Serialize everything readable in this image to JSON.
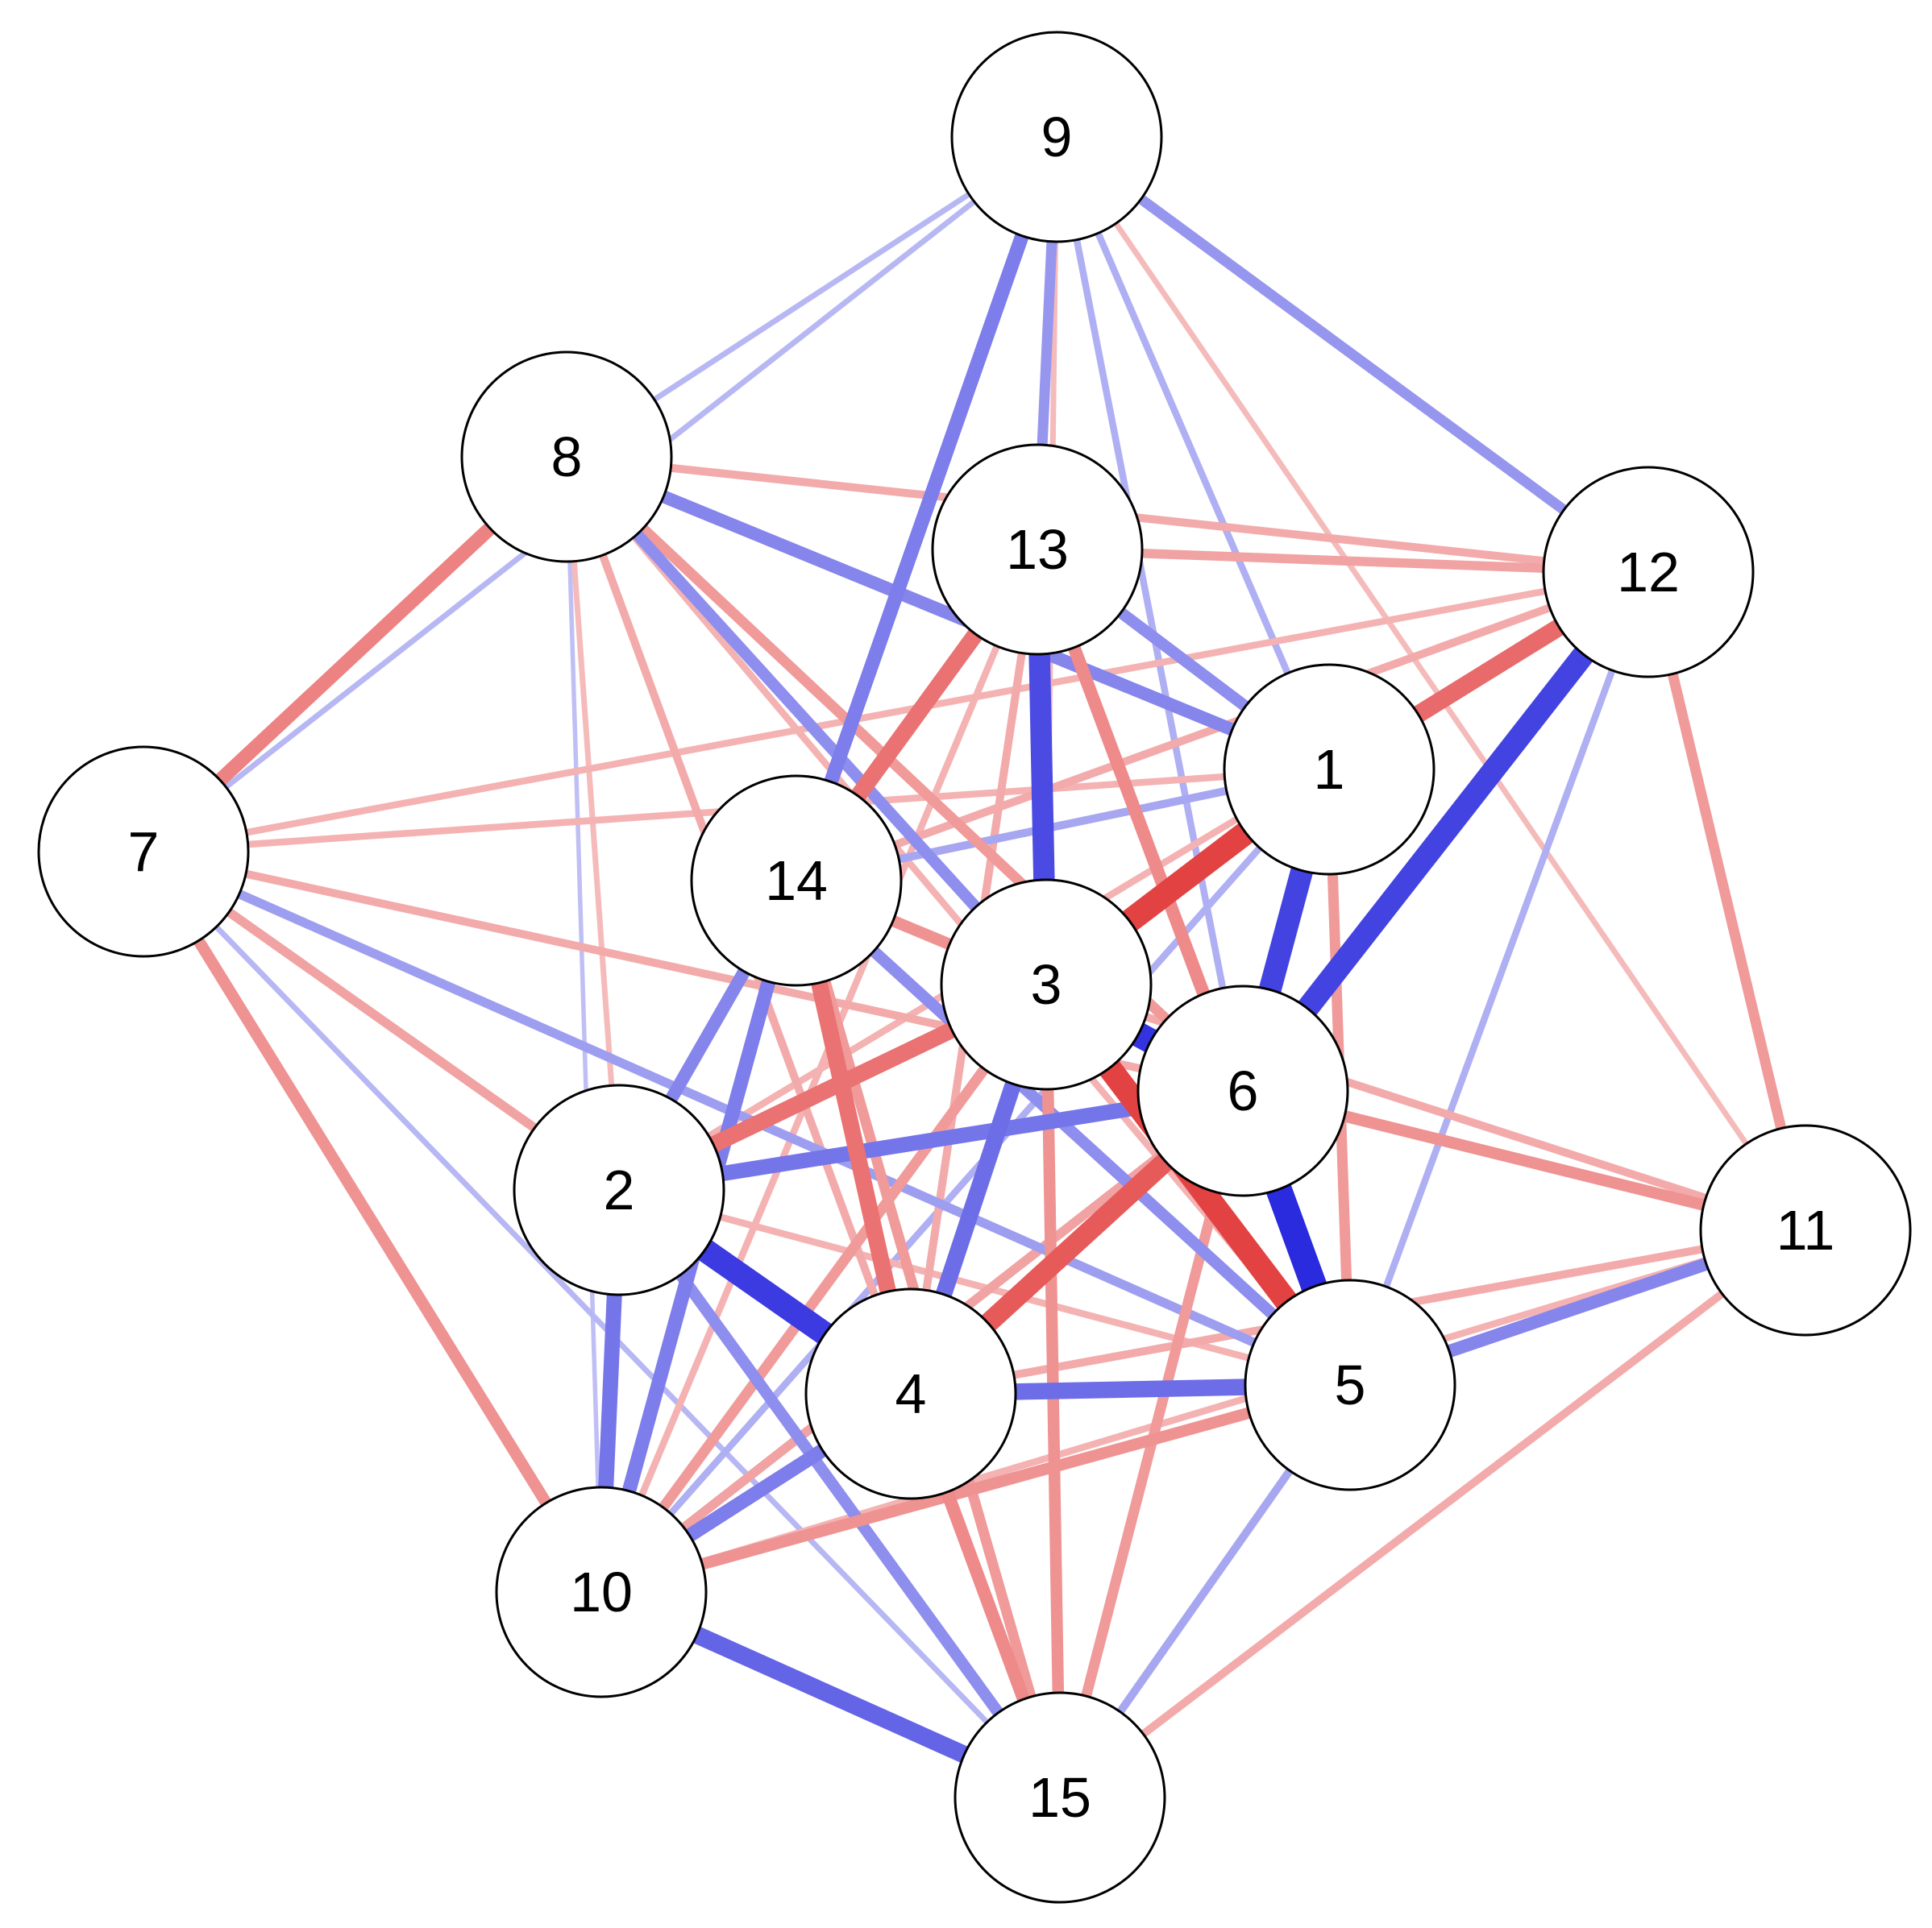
{
  "diagram": {
    "type": "weighted-network",
    "colors": {
      "positive": "#2222dd",
      "negative": "#e02a2a",
      "node_fill": "#ffffff",
      "node_stroke": "#000000"
    },
    "nodes": [
      {
        "id": "1",
        "label": "1"
      },
      {
        "id": "2",
        "label": "2"
      },
      {
        "id": "3",
        "label": "3"
      },
      {
        "id": "4",
        "label": "4"
      },
      {
        "id": "5",
        "label": "5"
      },
      {
        "id": "6",
        "label": "6"
      },
      {
        "id": "7",
        "label": "7"
      },
      {
        "id": "8",
        "label": "8"
      },
      {
        "id": "9",
        "label": "9"
      },
      {
        "id": "10",
        "label": "10"
      },
      {
        "id": "11",
        "label": "11"
      },
      {
        "id": "12",
        "label": "12"
      },
      {
        "id": "13",
        "label": "13"
      },
      {
        "id": "14",
        "label": "14"
      },
      {
        "id": "15",
        "label": "15"
      }
    ],
    "edges": [
      {
        "source": "8",
        "target": "7",
        "sign": "negative",
        "weight": 0.45
      },
      {
        "source": "8",
        "target": "9",
        "sign": "positive",
        "weight": 0.1
      },
      {
        "source": "8",
        "target": "12",
        "sign": "negative",
        "weight": 0.2
      },
      {
        "source": "8",
        "target": "1",
        "sign": "positive",
        "weight": 0.4
      },
      {
        "source": "8",
        "target": "3",
        "sign": "positive",
        "weight": 0.35
      },
      {
        "source": "8",
        "target": "6",
        "sign": "negative",
        "weight": 0.3
      },
      {
        "source": "8",
        "target": "10",
        "sign": "positive",
        "weight": 0.05
      },
      {
        "source": "8",
        "target": "4",
        "sign": "negative",
        "weight": 0.2
      },
      {
        "source": "8",
        "target": "2",
        "sign": "negative",
        "weight": 0.1
      },
      {
        "source": "8",
        "target": "5",
        "sign": "negative",
        "weight": 0.15
      },
      {
        "source": "9",
        "target": "12",
        "sign": "positive",
        "weight": 0.3
      },
      {
        "source": "9",
        "target": "14",
        "sign": "positive",
        "weight": 0.45
      },
      {
        "source": "9",
        "target": "13",
        "sign": "positive",
        "weight": 0.3
      },
      {
        "source": "9",
        "target": "1",
        "sign": "positive",
        "weight": 0.15
      },
      {
        "source": "9",
        "target": "6",
        "sign": "positive",
        "weight": 0.15
      },
      {
        "source": "9",
        "target": "11",
        "sign": "negative",
        "weight": 0.1
      },
      {
        "source": "9",
        "target": "7",
        "sign": "positive",
        "weight": 0.1
      },
      {
        "source": "9",
        "target": "3",
        "sign": "negative",
        "weight": 0.1
      },
      {
        "source": "13",
        "target": "3",
        "sign": "positive",
        "weight": 0.75
      },
      {
        "source": "13",
        "target": "14",
        "sign": "negative",
        "weight": 0.55
      },
      {
        "source": "13",
        "target": "1",
        "sign": "positive",
        "weight": 0.35
      },
      {
        "source": "13",
        "target": "12",
        "sign": "negative",
        "weight": 0.25
      },
      {
        "source": "13",
        "target": "5",
        "sign": "negative",
        "weight": 0.4
      },
      {
        "source": "13",
        "target": "4",
        "sign": "negative",
        "weight": 0.2
      },
      {
        "source": "13",
        "target": "10",
        "sign": "negative",
        "weight": 0.15
      },
      {
        "source": "12",
        "target": "6",
        "sign": "positive",
        "weight": 0.8
      },
      {
        "source": "12",
        "target": "1",
        "sign": "negative",
        "weight": 0.6
      },
      {
        "source": "12",
        "target": "11",
        "sign": "negative",
        "weight": 0.3
      },
      {
        "source": "12",
        "target": "5",
        "sign": "positive",
        "weight": 0.15
      },
      {
        "source": "12",
        "target": "7",
        "sign": "negative",
        "weight": 0.15
      },
      {
        "source": "12",
        "target": "14",
        "sign": "negative",
        "weight": 0.2
      },
      {
        "source": "12",
        "target": "2",
        "sign": "negative",
        "weight": 0.15
      },
      {
        "source": "1",
        "target": "3",
        "sign": "negative",
        "weight": 0.85
      },
      {
        "source": "1",
        "target": "6",
        "sign": "positive",
        "weight": 0.8
      },
      {
        "source": "1",
        "target": "5",
        "sign": "negative",
        "weight": 0.3
      },
      {
        "source": "1",
        "target": "14",
        "sign": "positive",
        "weight": 0.2
      },
      {
        "source": "1",
        "target": "10",
        "sign": "positive",
        "weight": 0.15
      },
      {
        "source": "1",
        "target": "15",
        "sign": "positive",
        "weight": 0.15
      },
      {
        "source": "14",
        "target": "2",
        "sign": "positive",
        "weight": 0.4
      },
      {
        "source": "14",
        "target": "4",
        "sign": "negative",
        "weight": 0.55
      },
      {
        "source": "14",
        "target": "10",
        "sign": "positive",
        "weight": 0.45
      },
      {
        "source": "14",
        "target": "3",
        "sign": "negative",
        "weight": 0.35
      },
      {
        "source": "14",
        "target": "15",
        "sign": "negative",
        "weight": 0.3
      },
      {
        "source": "14",
        "target": "5",
        "sign": "positive",
        "weight": 0.35
      },
      {
        "source": "3",
        "target": "6",
        "sign": "positive",
        "weight": 0.9
      },
      {
        "source": "3",
        "target": "5",
        "sign": "negative",
        "weight": 0.85
      },
      {
        "source": "3",
        "target": "2",
        "sign": "negative",
        "weight": 0.55
      },
      {
        "source": "3",
        "target": "4",
        "sign": "positive",
        "weight": 0.55
      },
      {
        "source": "3",
        "target": "10",
        "sign": "negative",
        "weight": 0.3
      },
      {
        "source": "3",
        "target": "15",
        "sign": "negative",
        "weight": 0.35
      },
      {
        "source": "3",
        "target": "11",
        "sign": "negative",
        "weight": 0.2
      },
      {
        "source": "6",
        "target": "5",
        "sign": "positive",
        "weight": 0.95
      },
      {
        "source": "6",
        "target": "4",
        "sign": "negative",
        "weight": 0.7
      },
      {
        "source": "6",
        "target": "2",
        "sign": "positive",
        "weight": 0.5
      },
      {
        "source": "6",
        "target": "11",
        "sign": "negative",
        "weight": 0.35
      },
      {
        "source": "6",
        "target": "15",
        "sign": "negative",
        "weight": 0.3
      },
      {
        "source": "6",
        "target": "10",
        "sign": "negative",
        "weight": 0.25
      },
      {
        "source": "2",
        "target": "4",
        "sign": "positive",
        "weight": 0.85
      },
      {
        "source": "2",
        "target": "10",
        "sign": "positive",
        "weight": 0.5
      },
      {
        "source": "2",
        "target": "15",
        "sign": "positive",
        "weight": 0.35
      },
      {
        "source": "2",
        "target": "5",
        "sign": "negative",
        "weight": 0.15
      },
      {
        "source": "4",
        "target": "5",
        "sign": "positive",
        "weight": 0.55
      },
      {
        "source": "4",
        "target": "10",
        "sign": "positive",
        "weight": 0.45
      },
      {
        "source": "4",
        "target": "15",
        "sign": "negative",
        "weight": 0.4
      },
      {
        "source": "5",
        "target": "11",
        "sign": "positive",
        "weight": 0.4
      },
      {
        "source": "5",
        "target": "10",
        "sign": "negative",
        "weight": 0.35
      },
      {
        "source": "5",
        "target": "15",
        "sign": "positive",
        "weight": 0.2
      },
      {
        "source": "11",
        "target": "15",
        "sign": "negative",
        "weight": 0.2
      },
      {
        "source": "11",
        "target": "10",
        "sign": "negative",
        "weight": 0.15
      },
      {
        "source": "11",
        "target": "4",
        "sign": "negative",
        "weight": 0.2
      },
      {
        "source": "10",
        "target": "15",
        "sign": "positive",
        "weight": 0.6
      },
      {
        "source": "7",
        "target": "10",
        "sign": "negative",
        "weight": 0.35
      },
      {
        "source": "7",
        "target": "5",
        "sign": "positive",
        "weight": 0.25
      },
      {
        "source": "7",
        "target": "6",
        "sign": "negative",
        "weight": 0.2
      },
      {
        "source": "7",
        "target": "15",
        "sign": "positive",
        "weight": 0.1
      },
      {
        "source": "7",
        "target": "4",
        "sign": "negative",
        "weight": 0.25
      },
      {
        "source": "7",
        "target": "1",
        "sign": "negative",
        "weight": 0.15
      },
      {
        "source": "7",
        "target": "2",
        "sign": "negative",
        "weight": 0.1
      }
    ]
  }
}
